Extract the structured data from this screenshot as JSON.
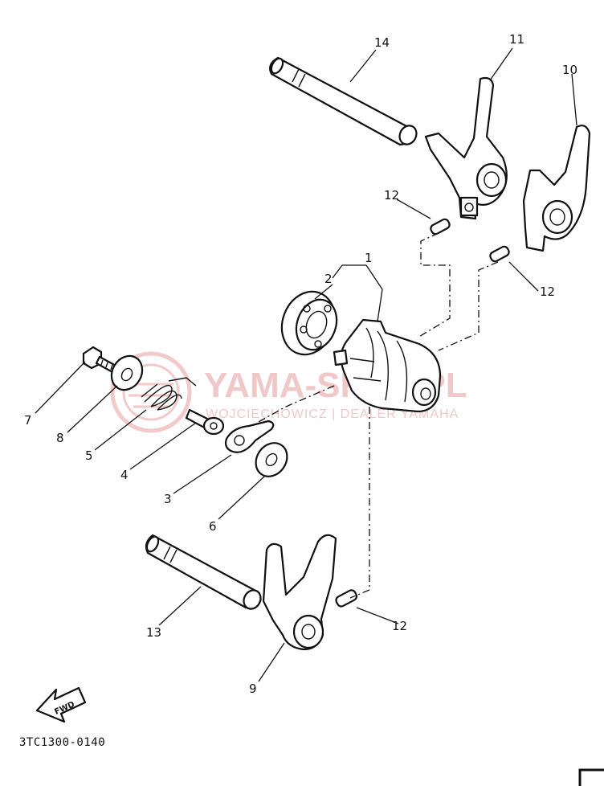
{
  "diagram": {
    "watermark": {
      "brand": "YAMA-SHOP.PL",
      "tagline": "WOJCIECHOWICZ | DEALER YAMAHA",
      "logo_color": "#e8a0a0"
    },
    "callouts": [
      "1",
      "2",
      "3",
      "4",
      "5",
      "6",
      "7",
      "8",
      "9",
      "10",
      "11",
      "12",
      "12",
      "12",
      "13",
      "14"
    ],
    "fwd_arrow_label": "FWD",
    "drawing_code": "3TC1300-0140"
  }
}
